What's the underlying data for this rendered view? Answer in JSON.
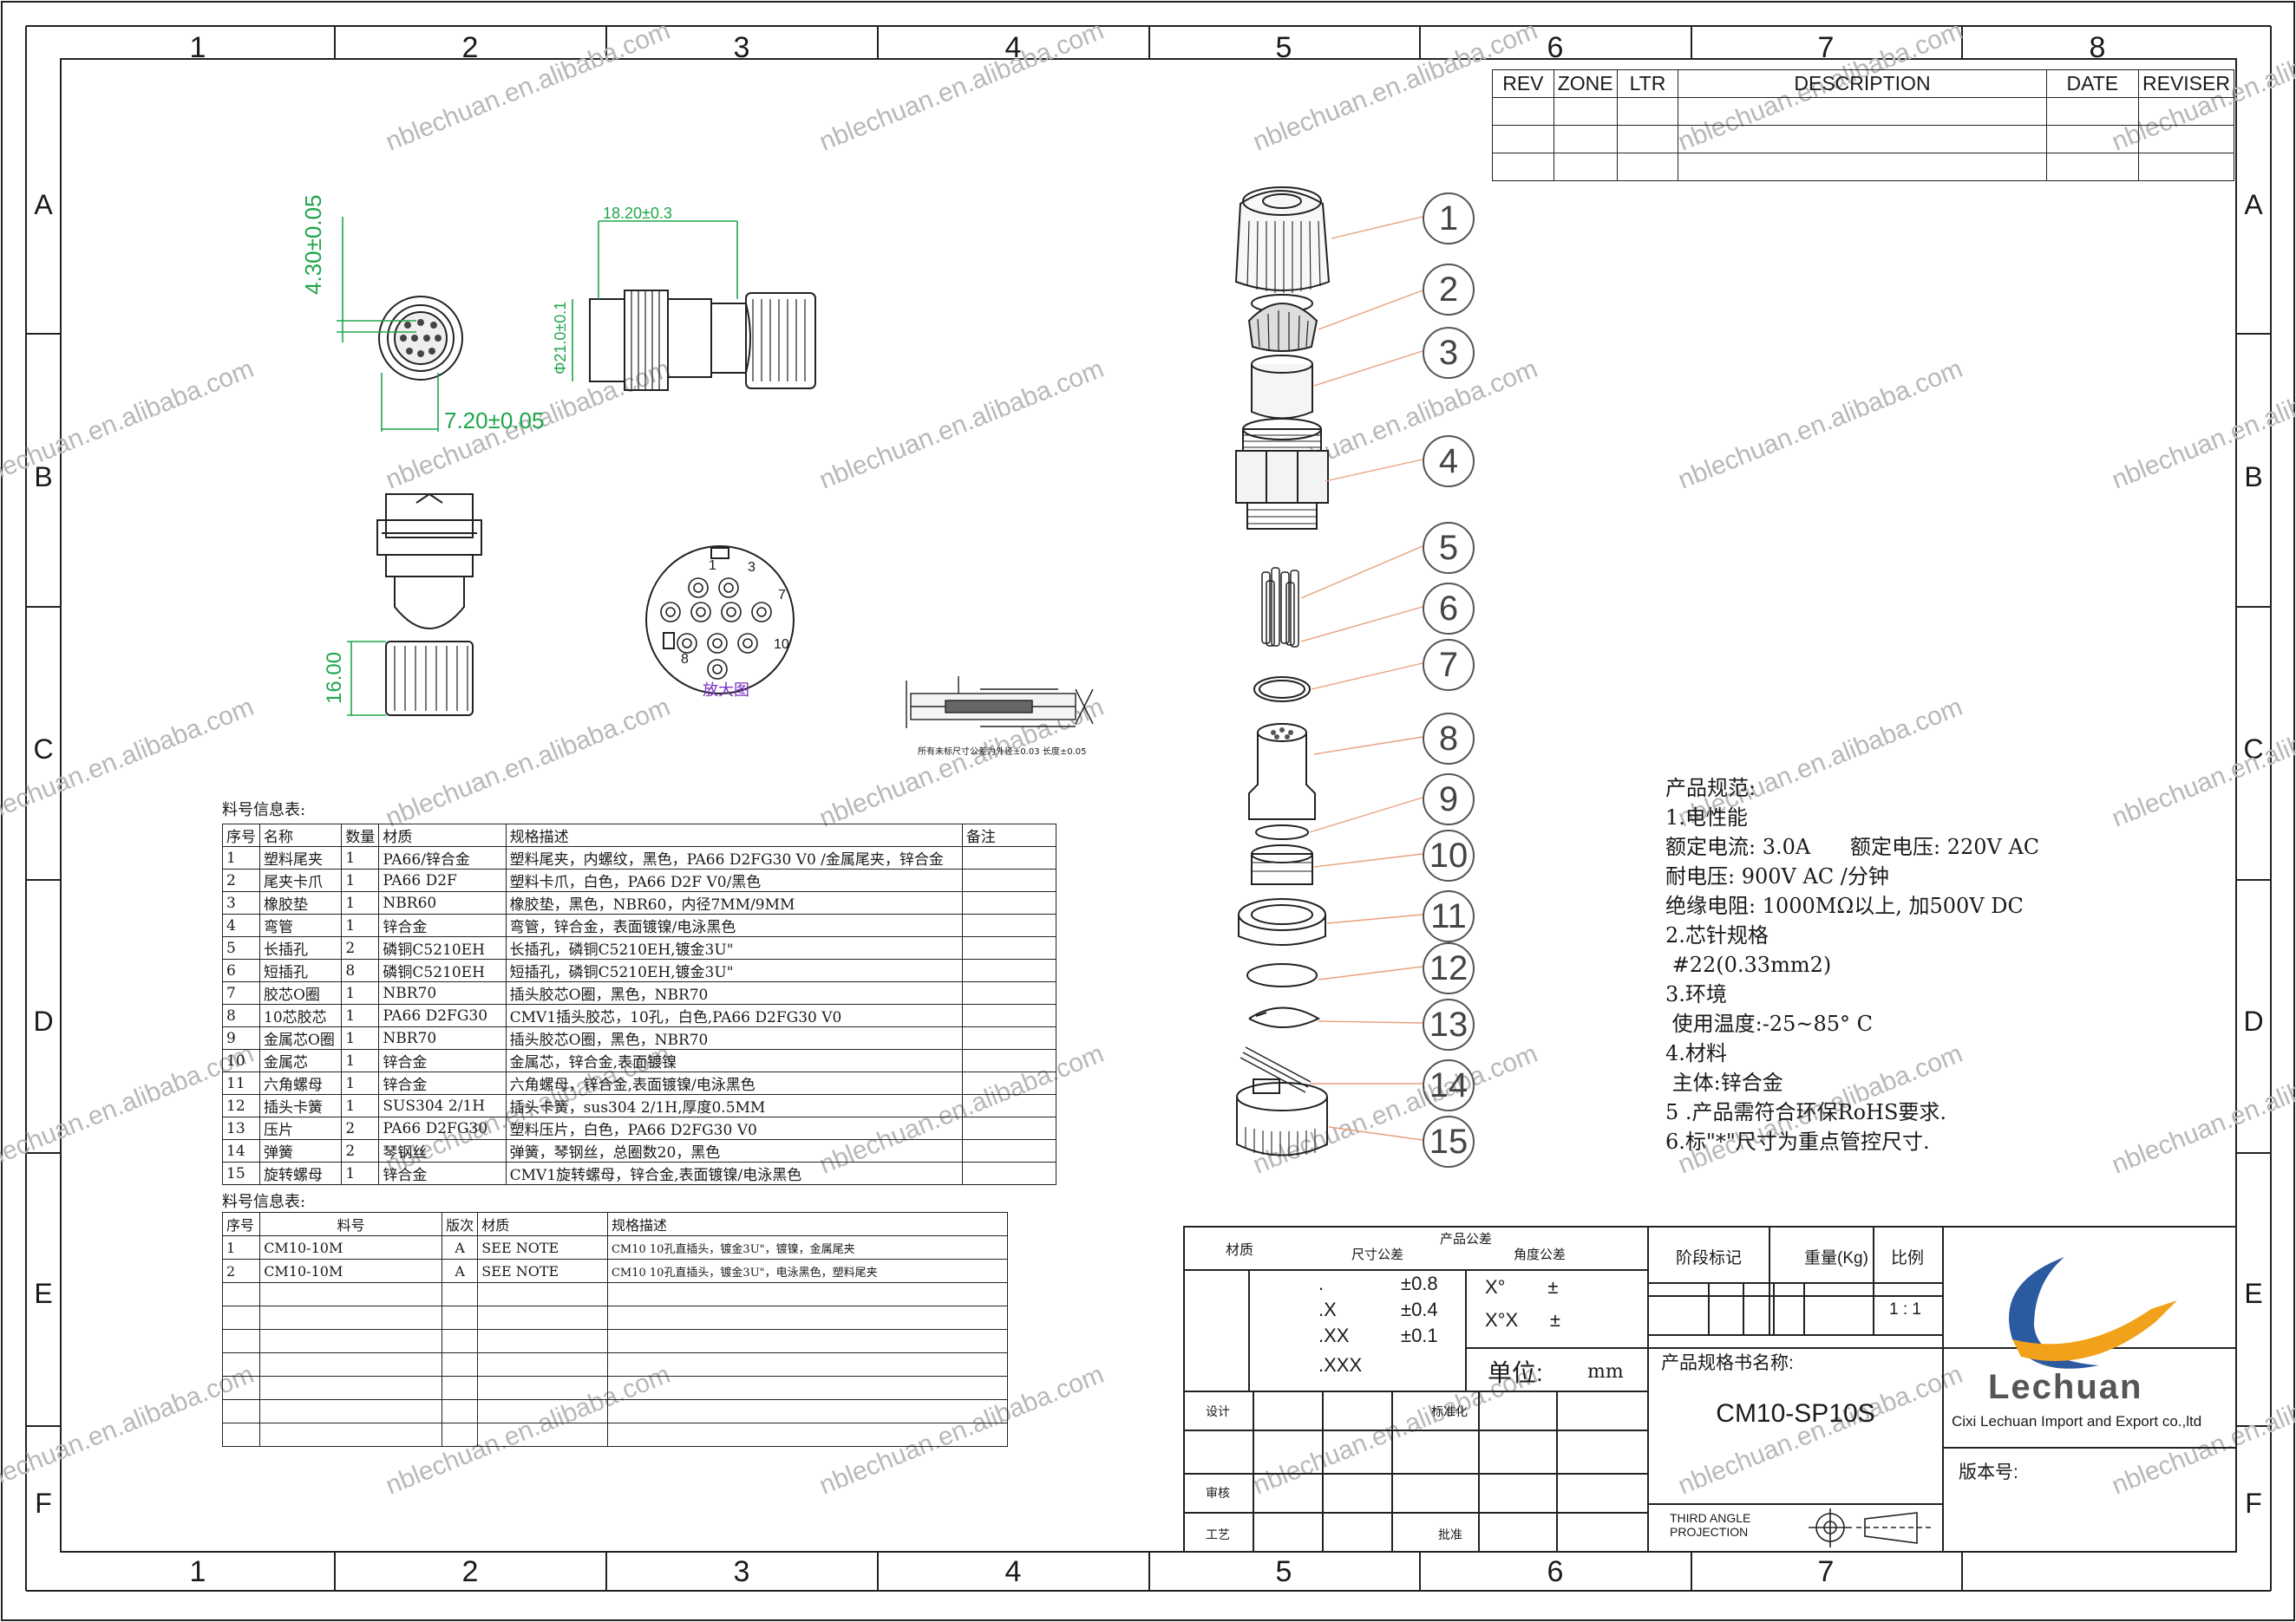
{
  "watermark": "nblechuan.en.alibaba.com",
  "grid": {
    "columns_top": [
      "1",
      "2",
      "3",
      "4",
      "5",
      "6",
      "7",
      "8"
    ],
    "columns_bottom": [
      "1",
      "2",
      "3",
      "4",
      "5",
      "6",
      "7"
    ],
    "rows": [
      "A",
      "B",
      "C",
      "D",
      "E",
      "F"
    ]
  },
  "revision_table": {
    "headers": [
      "REV",
      "ZONE",
      "LTR",
      "DESCRIPTION",
      "DATE",
      "REVISER"
    ]
  },
  "dimensions": {
    "height": "4.30±0.05",
    "offset": "7.20±0.05",
    "length": "18.20±0.3",
    "diameter": "Φ21.0±0.1",
    "body_length": "16.00"
  },
  "pinout": {
    "pins": [
      "1",
      "3",
      "7",
      "10",
      "8"
    ],
    "caption": "放大图"
  },
  "section_note": "所有未标尺寸公差为外径±0.03 长度±0.05",
  "balloons": [
    "1",
    "2",
    "3",
    "4",
    "5",
    "6",
    "7",
    "8",
    "9",
    "10",
    "11",
    "12",
    "13",
    "14",
    "15"
  ],
  "parts_table": {
    "title": "料号信息表:",
    "headers": [
      "序号",
      "名称",
      "数量",
      "材质",
      "规格描述",
      "备注"
    ],
    "rows": [
      [
        "1",
        "塑料尾夹",
        "1",
        "PA66/锌合金",
        "塑料尾夹，内螺纹，黑色，PA66 D2FG30 V0 /金属尾夹，锌合金",
        ""
      ],
      [
        "2",
        "尾夹卡爪",
        "1",
        "PA66 D2F",
        "塑料卡爪，白色，PA66 D2F  V0/黑色",
        ""
      ],
      [
        "3",
        "橡胶垫",
        "1",
        "NBR60",
        "橡胶垫，黑色，NBR60，内径7MM/9MM",
        ""
      ],
      [
        "4",
        "弯管",
        "1",
        "锌合金",
        "弯管，锌合金，表面镀镍/电泳黑色",
        ""
      ],
      [
        "5",
        "长插孔",
        "2",
        "磷铜C5210EH",
        "长插孔，磷铜C5210EH,镀金3U\"",
        ""
      ],
      [
        "6",
        "短插孔",
        "8",
        "磷铜C5210EH",
        "短插孔，磷铜C5210EH,镀金3U\"",
        ""
      ],
      [
        "7",
        "胶芯O圈",
        "1",
        "NBR70",
        "插头胶芯O圈，黑色，NBR70",
        ""
      ],
      [
        "8",
        "10芯胶芯",
        "1",
        "PA66 D2FG30",
        "CMV1插头胶芯，10孔，白色,PA66  D2FG30 V0",
        ""
      ],
      [
        "9",
        "金属芯O圈",
        "1",
        "NBR70",
        "插头胶芯O圈，黑色，NBR70",
        ""
      ],
      [
        "10",
        "金属芯",
        "1",
        "锌合金",
        "金属芯，锌合金,表面镀镍",
        ""
      ],
      [
        "11",
        "六角螺母",
        "1",
        "锌合金",
        "六角螺母，锌合金,表面镀镍/电泳黑色",
        ""
      ],
      [
        "12",
        "插头卡簧",
        "1",
        "SUS304 2/1H",
        "插头卡簧，sus304 2/1H,厚度0.5MM",
        ""
      ],
      [
        "13",
        "压片",
        "2",
        "PA66 D2FG30",
        "塑料压片，白色，PA66 D2FG30 V0",
        ""
      ],
      [
        "14",
        "弹簧",
        "2",
        "琴钢丝",
        "弹簧，琴钢丝，总圈数20，黑色",
        ""
      ],
      [
        "15",
        "旋转螺母",
        "1",
        "锌合金",
        "CMV1旋转螺母，锌合金,表面镀镍/电泳黑色",
        ""
      ]
    ]
  },
  "material_table": {
    "title": "料号信息表:",
    "headers": [
      "序号",
      "料号",
      "版次",
      "材质",
      "规格描述"
    ],
    "rows": [
      [
        "1",
        "CM10-10M",
        "A",
        "SEE NOTE",
        "CM10 10孔直插头，镀金3U\"，镀镍，金属尾夹"
      ],
      [
        "2",
        "CM10-10M",
        "A",
        "SEE NOTE",
        "CM10 10孔直插头，镀金3U\"，电泳黑色，塑料尾夹"
      ]
    ]
  },
  "specs": {
    "lines": [
      "产品规范:",
      "1.电性能",
      "额定电流: 3.0A      额定电压: 220V AC",
      "耐电压: 900V  AC /分钟",
      "绝缘电阻: 1000MΩ以上, 加500V DC",
      "2.芯针规格",
      " #22(0.33mm2)",
      "3.环境",
      " 使用温度:-25~85° C",
      "4.材料",
      " 主体:锌合金",
      "5 .产品需符合环保RoHS要求.",
      "6.标\"*\"尺寸为重点管控尺寸."
    ]
  },
  "title_block": {
    "material_label": "材质",
    "tolerance_label": "产品公差",
    "size_tol_label": "尺寸公差",
    "angle_tol_label": "角度公差",
    "tol_rows": [
      [
        ".",
        "±0.8"
      ],
      [
        ".X",
        "±0.4"
      ],
      [
        ".XX",
        "±0.1"
      ],
      [
        ".XXX",
        ""
      ]
    ],
    "angle_rows": [
      "X°        ±",
      "X°X      ±"
    ],
    "unit_label": "单位:",
    "unit_value": "mm",
    "design_label": "设计",
    "standard_label": "标准化",
    "review_label": "审核",
    "process_label": "工艺",
    "approve_label": "批准",
    "stage_label": "阶段标记",
    "weight_label": "重量(Kg)",
    "ratio_label": "比例",
    "ratio_value": "1 : 1",
    "product_name_label": "产品规格书名称:",
    "product_name": "CM10-SP10S",
    "projection": "THIRD  ANGLE\nPROJECTION",
    "projection_l1": "THIRD  ANGLE",
    "projection_l2": "PROJECTION",
    "company_logo": "Lechuan",
    "company_name": "Cixi Lechuan Import and Export co.,ltd",
    "version_label": "版本号:"
  }
}
